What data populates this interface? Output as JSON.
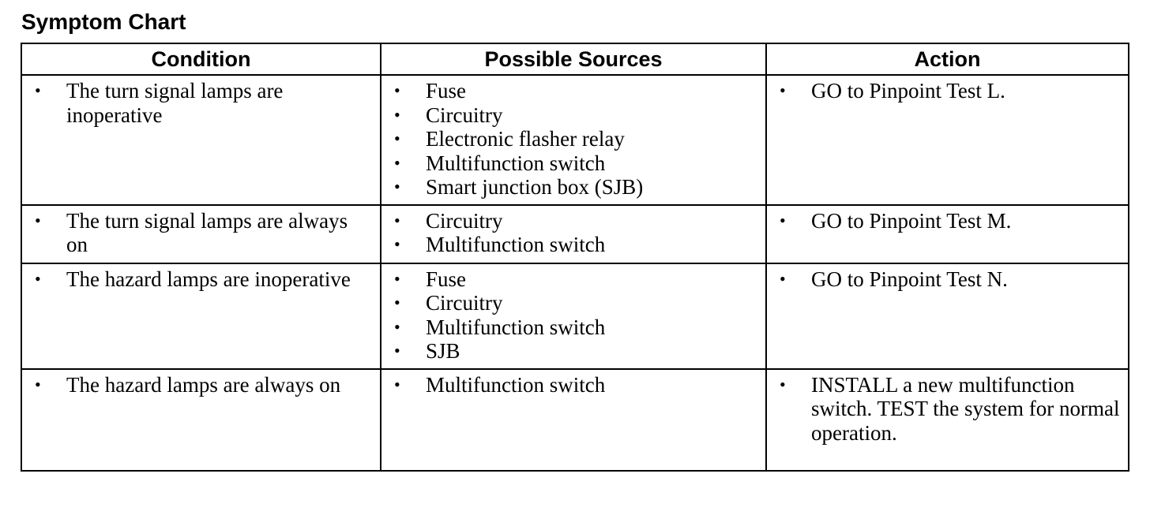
{
  "title": "Symptom Chart",
  "columns": [
    "Condition",
    "Possible Sources",
    "Action"
  ],
  "rows": [
    {
      "condition": "The turn signal lamps are inoperative",
      "sources": [
        "Fuse",
        "Circuitry",
        "Electronic flasher relay",
        "Multifunction switch",
        "Smart junction box (SJB)"
      ],
      "action": "GO to Pinpoint Test L."
    },
    {
      "condition": "The turn signal lamps are always on",
      "sources": [
        "Circuitry",
        "Multifunction switch"
      ],
      "action": "GO to Pinpoint Test M."
    },
    {
      "condition": "The hazard lamps are inoperative",
      "sources": [
        "Fuse",
        "Circuitry",
        "Multifunction switch",
        "SJB"
      ],
      "action": "GO to Pinpoint Test N."
    },
    {
      "condition": "The hazard lamps are always on",
      "sources": [
        "Multifunction switch"
      ],
      "action": "INSTALL a new multifunction switch. TEST the system for normal operation."
    }
  ]
}
